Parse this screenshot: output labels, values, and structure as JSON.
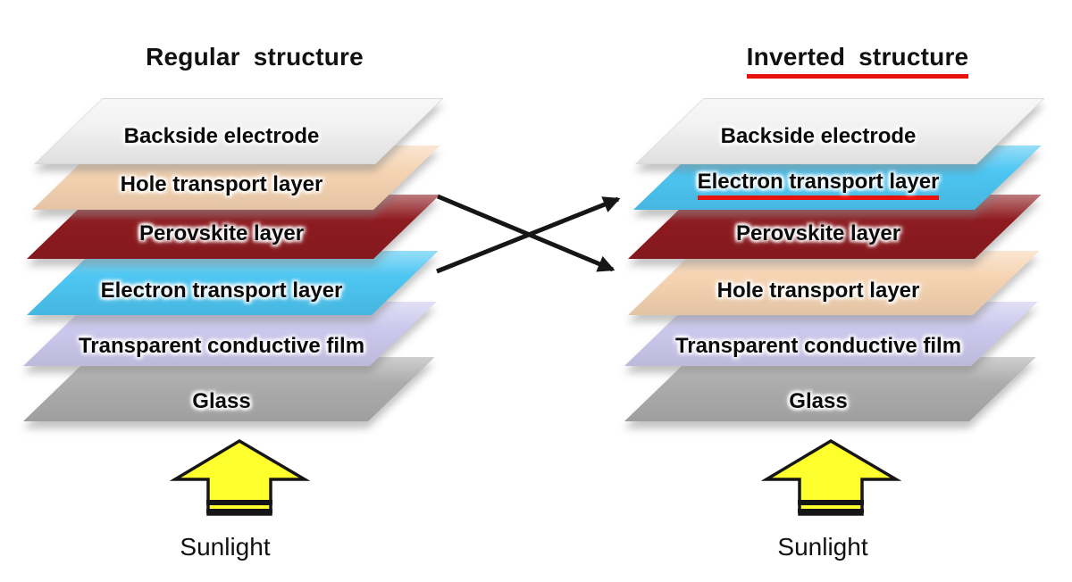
{
  "left_panel": {
    "title": "Regular structure",
    "layers": [
      {
        "label": "Backside electrode",
        "color": "#f2f2f2"
      },
      {
        "label": "Hole transport layer",
        "color": "#f6d4b2"
      },
      {
        "label": "Perovskite layer",
        "color": "#8e1b20"
      },
      {
        "label": "Electron transport layer",
        "color": "#4cc6f2"
      },
      {
        "label": "Transparent conductive film",
        "color": "#cdc9ee"
      },
      {
        "label": "Glass",
        "color": "#acacac"
      }
    ],
    "sunlight_label": "Sunlight"
  },
  "right_panel": {
    "title": "Inverted structure",
    "title_underline_color": "#e8120c",
    "layers": [
      {
        "label": "Backside electrode",
        "color": "#f2f2f2"
      },
      {
        "label": "Electron transport layer",
        "color": "#4cc6f2",
        "underline_color": "#e8120c"
      },
      {
        "label": "Perovskite layer",
        "color": "#8e1b20"
      },
      {
        "label": "Hole transport layer",
        "color": "#f6d4b2"
      },
      {
        "label": "Transparent conductive film",
        "color": "#cdc9ee"
      },
      {
        "label": "Glass",
        "color": "#acacac"
      }
    ],
    "sunlight_label": "Sunlight"
  },
  "annotations": {
    "swap_arrow_color": "#161616",
    "sunlight_arrow_fill": "#ffff2e",
    "sunlight_arrow_stroke": "#161616"
  }
}
